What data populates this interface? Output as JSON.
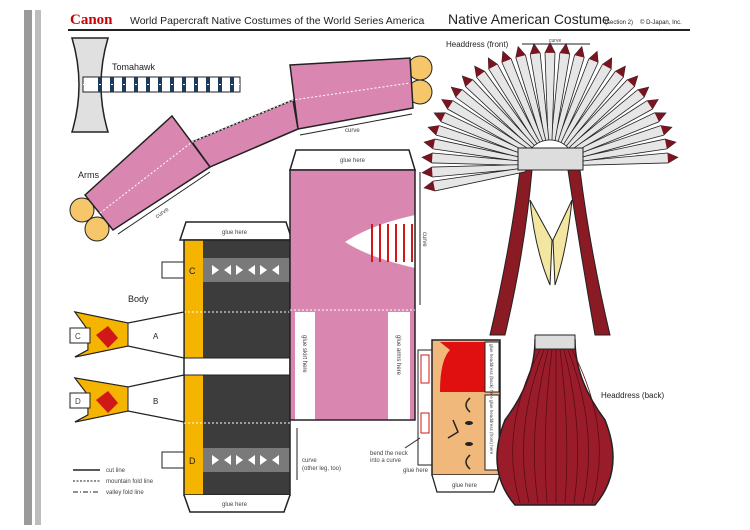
{
  "header": {
    "brand": "Canon",
    "series": "World Papercraft  Native Costumes of the World Series America",
    "title": "Native American Costume",
    "section": "(section 2)",
    "copyright": "© D-Japan, Inc."
  },
  "parts": {
    "tomahawk": "Tomahawk",
    "arms": "Arms",
    "body": "Body",
    "headdress_front": "Headdress (front)",
    "headdress_back": "Headdress (back)",
    "leg_a": "A",
    "leg_b": "B",
    "tab_c": "C",
    "tab_d": "D"
  },
  "notes": {
    "curve": "curve",
    "glue_here": "glue here",
    "glue_skirt_here": "glue skirt here",
    "glue_arms_here": "glue arms here",
    "glue_headdress_back_here": "glue headdress (back) here",
    "glue_headdress_front_here": "glue headdress (front) here",
    "bend_neck_1": "bend the neck",
    "bend_neck_2": "into a curve",
    "curve_leg_1": "curve",
    "curve_leg_2": "(other leg, too)"
  },
  "legend": {
    "cut": "cut line",
    "mountain": "mountain fold line",
    "valley": "valley fold line"
  },
  "colors": {
    "pink": "#d987b0",
    "yellow": "#f5b400",
    "skin": "#f5c76a",
    "dark": "#3c3c3c",
    "red": "#e01010",
    "maroon": "#8a1a24",
    "brand": "#cc0000"
  }
}
